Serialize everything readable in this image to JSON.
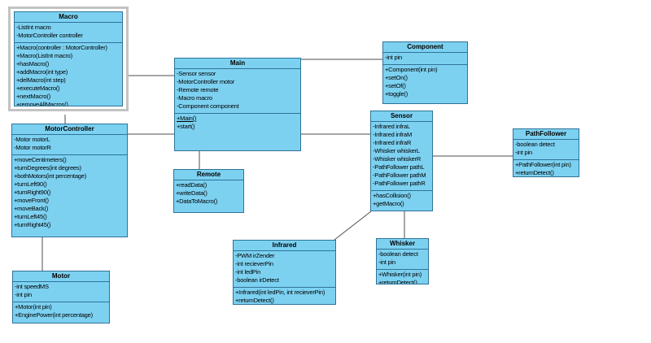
{
  "diagram": {
    "type": "uml-class-diagram",
    "colors": {
      "class_fill": "#7cd1f1",
      "class_border": "#2e7398",
      "connector": "#4d4d4d",
      "selection_frame": "#c3c3c3",
      "background": "#ffffff"
    },
    "classes": {
      "macro": {
        "title": "Macro",
        "attributes": [
          "-ListInt macro",
          "-MotorController controller"
        ],
        "methods": [
          "+Macro(controller : MotorController)",
          "+Macro(ListInt macro)",
          "+hasMacro()",
          "+addMacro(int type)",
          "+delMacro(int step)",
          "+executeMacro()",
          "+nextMacro()",
          "+removeAllMacros()"
        ]
      },
      "motorController": {
        "title": "MotorController",
        "attributes": [
          "-Motor motorL",
          "-Motor motorR"
        ],
        "methods": [
          "+moveCentimeters()",
          "+turnDegrees(int degrees)",
          "+bothMotors(int percentage)",
          "+turnLeft90()",
          "+turnRight90()",
          "+moveFront()",
          "+moveBack()",
          "+turnLeft45()",
          "+turnRight45()"
        ]
      },
      "motor": {
        "title": "Motor",
        "attributes": [
          "-int speedMS",
          "-int pin"
        ],
        "methods": [
          "+Motor(int pin)",
          "+EnginePower(int percentage)"
        ]
      },
      "main": {
        "title": "Main",
        "attributes": [
          "-Sensor sensor",
          "-MotorController motor",
          "-Remote remote",
          "-Macro macro",
          "-Component component"
        ],
        "methods": [
          {
            "text": "+Main()",
            "underline": true
          },
          "+start()"
        ]
      },
      "remote": {
        "title": "Remote",
        "methods": [
          "+readData()",
          "+writeData()",
          "+DataToMacro()"
        ]
      },
      "component": {
        "title": "Component",
        "attributes": [
          "-int pin"
        ],
        "methods": [
          "+Component(int pin)",
          "+setOn()",
          "+setOf()",
          "+toggle()"
        ]
      },
      "sensor": {
        "title": "Sensor",
        "attributes": [
          "-Infrared infraL",
          "-Infrared infraM",
          "-Infrared infraR",
          "-Whisker whiskerL",
          "-Whisker whiskerR",
          "-PathFollower pathL",
          "-PathFollower pathM",
          "-PathFollower pathR"
        ],
        "methods": [
          "+hasCollision()",
          "+getMacro()"
        ]
      },
      "pathFollower": {
        "title": "PathFollower",
        "attributes": [
          "-boolean detect",
          "-int pin"
        ],
        "methods": [
          "+PathFollower(int pin)",
          "+returnDetect()"
        ]
      },
      "infrared": {
        "title": "Infrared",
        "attributes": [
          "-PWM irZender",
          "-int recieverPin",
          "-int ledPin",
          "-boolean irDetect"
        ],
        "methods": [
          "+Infrared(int ledPin, int recieverPin)",
          "+returnDetect()"
        ]
      },
      "whisker": {
        "title": "Whisker",
        "attributes": [
          "-boolean detect",
          "-int pin"
        ],
        "methods": [
          "+Whisker(int pin)",
          "+returnDetect()"
        ]
      }
    },
    "connectors": [
      {
        "from": "Macro",
        "to": "Main"
      },
      {
        "from": "Macro",
        "to": "MotorController"
      },
      {
        "from": "MotorController",
        "to": "Main"
      },
      {
        "from": "MotorController",
        "to": "Motor"
      },
      {
        "from": "Main",
        "to": "Remote"
      },
      {
        "from": "Main",
        "to": "Component"
      },
      {
        "from": "Main",
        "to": "Sensor"
      },
      {
        "from": "Sensor",
        "to": "PathFollower"
      },
      {
        "from": "Sensor",
        "to": "Whisker"
      },
      {
        "from": "Sensor",
        "to": "Infrared"
      }
    ]
  }
}
